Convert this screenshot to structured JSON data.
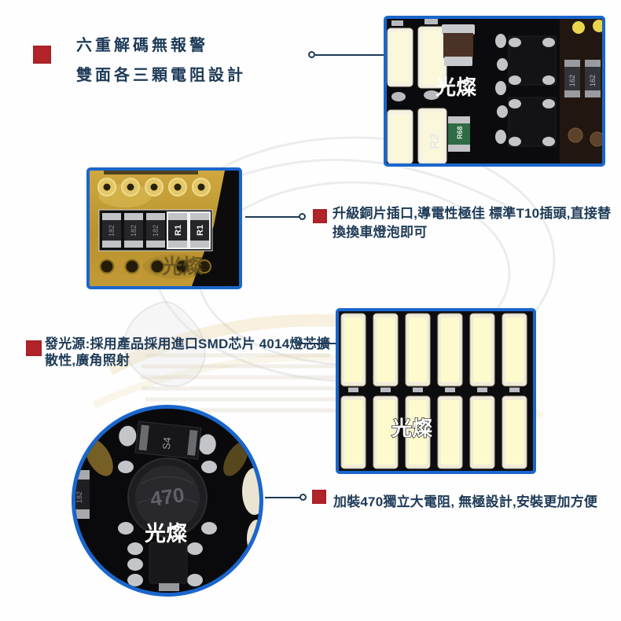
{
  "colors": {
    "accent_border_blue": "#1a66cc",
    "text_navy": "#1d3a57",
    "bullet_red": "#b3242a"
  },
  "features": {
    "decode": {
      "line1": "六重解碼無報警",
      "line2": "雙面各三顆電阻設計"
    },
    "socket": {
      "line1": "升級銅片插口,導電性極佳 標準T10插頭,直接替",
      "line2": "換換車燈泡即可"
    },
    "source": {
      "line1": "發光源:採用產品採用進口SMD芯片 4014燈芯擴",
      "line2": "散性,廣角照射"
    },
    "resistor": {
      "line1": "加裝470獨立大電阻, 無極設計,安裝更加方便"
    }
  },
  "photos": {
    "pcb": {
      "watermark": "光燦",
      "label_r2": "R2",
      "label_r68": "R68",
      "label_162_1": "162",
      "label_162_2": "162"
    },
    "copper": {
      "watermark": "光燦",
      "res1": "182",
      "res2": "182",
      "res3": "182",
      "res4": "R1",
      "res5": "R1"
    },
    "led": {
      "watermark": "光燦"
    },
    "inductor": {
      "watermark": "光燦",
      "label_inductor": "470",
      "label_diode": "S4",
      "label_resistor": "182"
    }
  }
}
